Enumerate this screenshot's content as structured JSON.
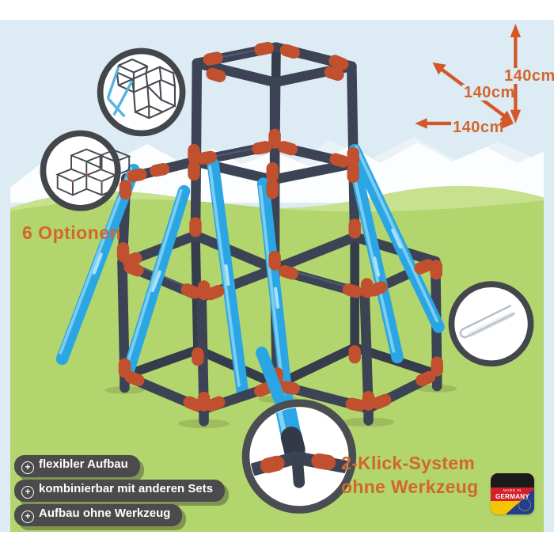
{
  "dimensions": {
    "height_label": "140cm",
    "depth_label": "140cm",
    "width_label": "140cm"
  },
  "options": {
    "label": "6 Optionen"
  },
  "click_system": {
    "line1": "2-Klick-System",
    "line2": "ohne Werkzeug"
  },
  "features": {
    "plus_icon": "+",
    "items": [
      "flexibler Aufbau",
      "kombinierbar mit anderen Sets",
      "Aufbau ohne Werkzeug"
    ]
  },
  "badge": {
    "line1": "MADE IN",
    "line2": "GERMANY"
  },
  "icons": {
    "option_stairs": "cube-stairs-wireframe",
    "option_flat": "cube-row-wireframe",
    "clip": "transparent-safety-clip",
    "connector": "two-click-corner-connector",
    "plus": "circled-plus"
  },
  "colors": {
    "sky": "#dcebf4",
    "grass": "#b3d56d",
    "hill": "#c8e18f",
    "mountain": "#fbfdfe",
    "tube_dark": "#3c4354",
    "tube_blue": "#2ba6e4",
    "connector_orange": "#c0502e",
    "accent_orange": "#d4572a",
    "text_orange": "#d2662f",
    "pill_bg": "#4b4b4c"
  }
}
